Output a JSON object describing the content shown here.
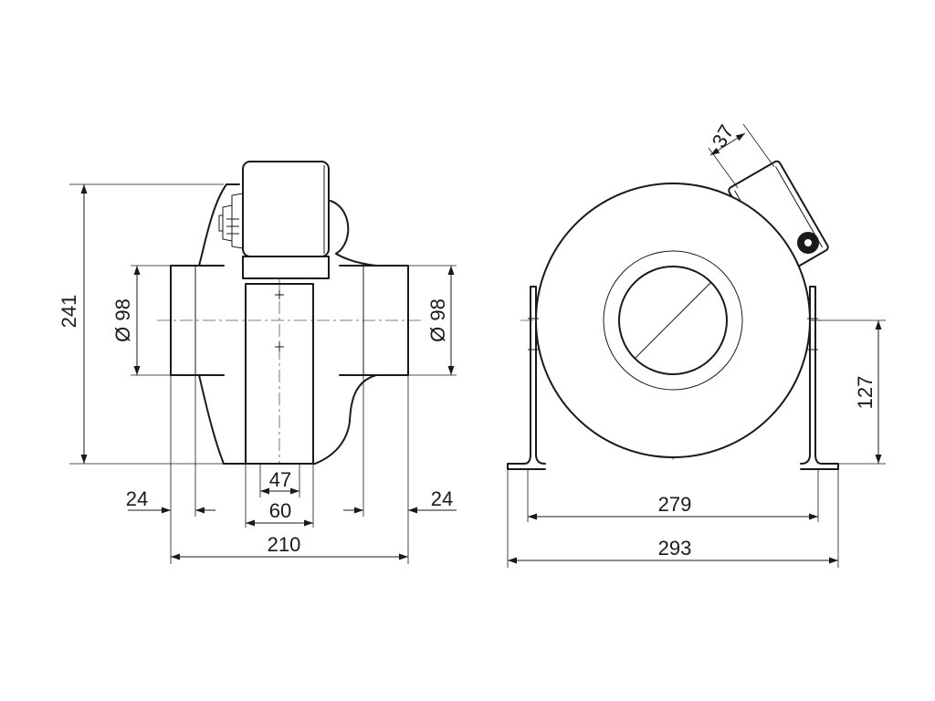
{
  "dimensions": {
    "height_total": "241",
    "inlet_diameter_left": "Ø 98",
    "inlet_diameter_right": "Ø 98",
    "collar_left": "24",
    "collar_right": "24",
    "box_inner": "47",
    "box_outer": "60",
    "length_total": "210",
    "box_depth": "37",
    "axis_height": "127",
    "mount_inner": "279",
    "mount_outer": "293"
  }
}
